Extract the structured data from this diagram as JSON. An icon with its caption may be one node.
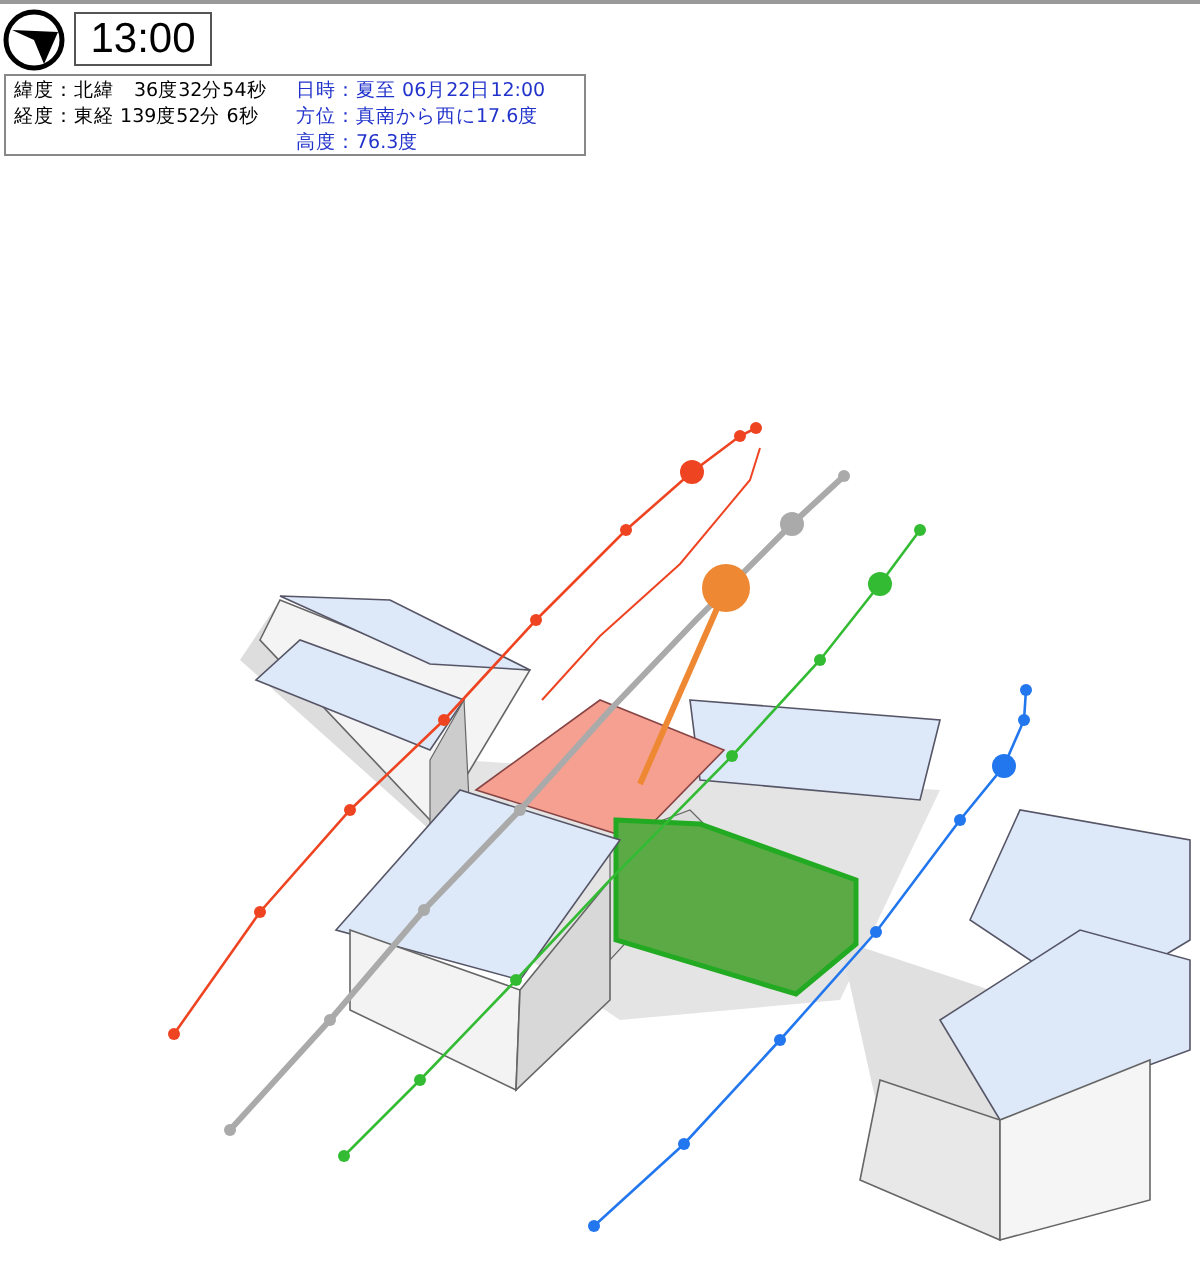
{
  "diagram": {
    "nodes": [
      {
        "text": [
          "13:00"
        ]
      },
      {
        "text": [
          "緯度：北緯　36度32分54秒",
          "経度：東経 139度52分 6秒",
          "日時：夏至 06月22日12:00",
          "方位：真南から西に17.6度",
          "高度：76.3度"
        ]
      }
    ]
  }
}
